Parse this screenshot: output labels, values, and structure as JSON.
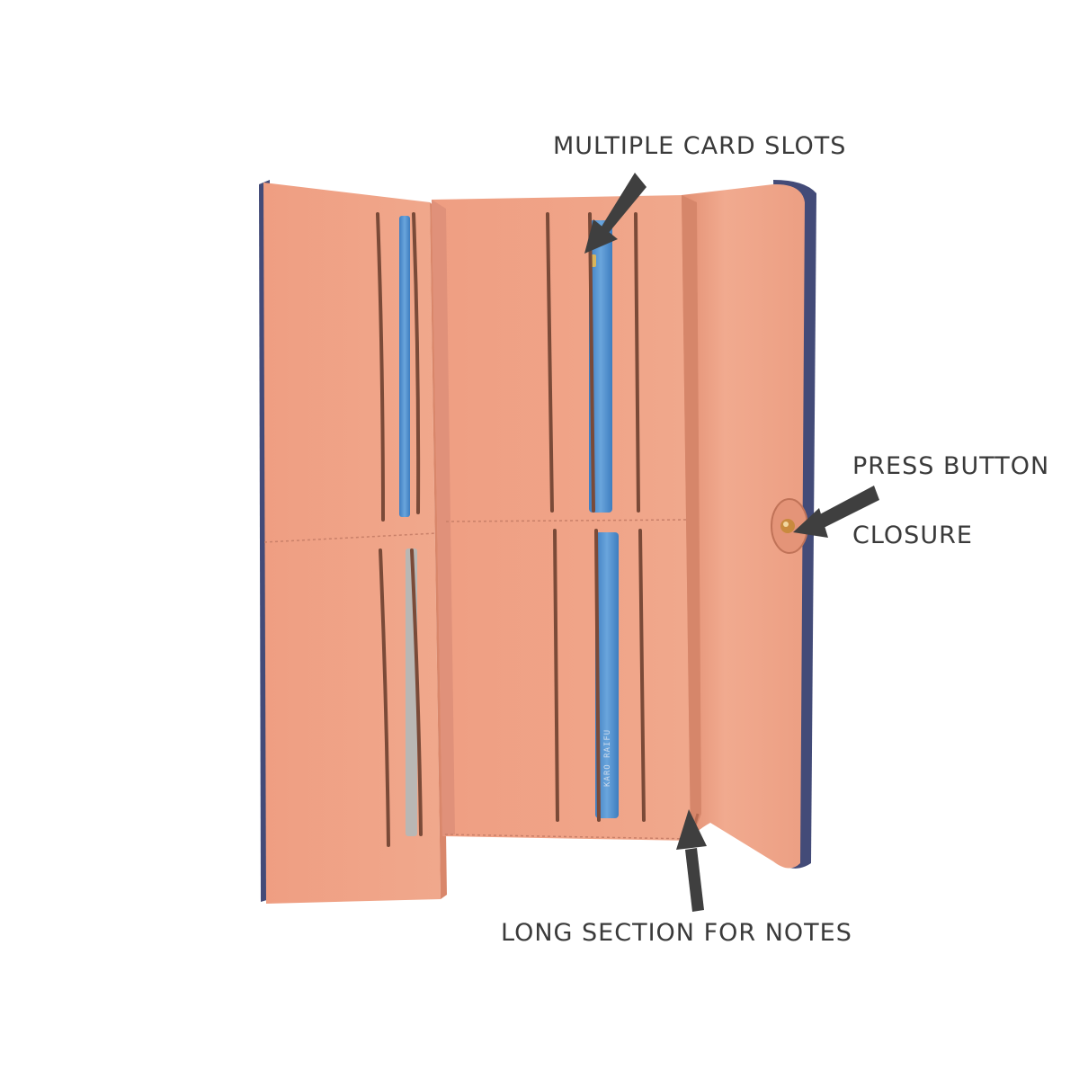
{
  "callouts": {
    "card_slots": "MULTIPLE CARD SLOTS",
    "press_button_line1": "PRESS BUTTON",
    "press_button_line2": "CLOSURE",
    "notes_section": "LONG SECTION FOR NOTES"
  },
  "card_text": "KARO RAIFU",
  "colors": {
    "background": "#ffffff",
    "lining": "#ee9d80",
    "lining_shadow": "#d77f62",
    "exterior": "#434b78",
    "card_blue": "#4f8fce",
    "card_grey": "#b9b7b4",
    "button_gold": "#c98a3e",
    "label_text": "#3a3a3a",
    "arrow": "#3f3f3f"
  }
}
